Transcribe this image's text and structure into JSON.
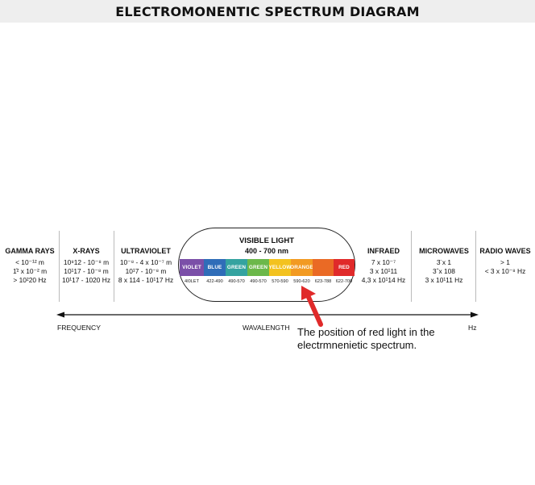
{
  "title": "ELECTROMONENTIC SPECTRUM DIAGRAM",
  "bands": [
    {
      "name": "GAMMA RAYS",
      "lines": [
        "< 10⁻¹² m",
        "1̊² x 10⁻² m",
        "> 10²20 Hz"
      ]
    },
    {
      "name": "X-RAYS",
      "lines": [
        "10⁸12 - 10⁻⁸ m",
        "10¹17 - 10⁻⁸ m",
        "10¹17 - 1020 Hz"
      ]
    },
    {
      "name": "ULTRAVIOLET",
      "lines": [
        "10⁻⁸ - 4 x 10⁻⁷ m",
        "10¹7 - 10⁻⁸ m",
        "8 x 114 - 10¹17 Hz"
      ]
    },
    {
      "name": "INFRAED",
      "lines": [
        "7 x 10⁻⁷",
        "3 x 10¹11",
        "4,3 x 10¹14 Hz"
      ]
    },
    {
      "name": "MICROWAVES",
      "lines": [
        "3̈ x 1",
        "3ˆx 108",
        "3 x 10¹11 Hz"
      ]
    },
    {
      "name": "RADIO WAVES",
      "lines": [
        "> 1",
        "< 3 x 10⁻⁸ Hz"
      ]
    }
  ],
  "visible": {
    "title": "VISIBLE LIGHT",
    "range": "400 - 700 nm",
    "swatches": [
      {
        "label": "VIOLET",
        "range": "4I0LET",
        "color": "#7b4fa8"
      },
      {
        "label": "BLUE",
        "range": "422-490",
        "color": "#2f6db8"
      },
      {
        "label": "GREEN",
        "range": "490-570",
        "color": "#34a3a0"
      },
      {
        "label": "GREEN",
        "range": "490-570",
        "color": "#6cb84a"
      },
      {
        "label": "YELLOW",
        "range": "570-590",
        "color": "#f3c21f"
      },
      {
        "label": "ORANGE",
        "range": "590-620",
        "color": "#f29a22"
      },
      {
        "label": "",
        "range": "623-788",
        "color": "#ea6a25"
      },
      {
        "label": "RED",
        "range": "622-700",
        "color": "#e02a2a"
      }
    ]
  },
  "axis": {
    "left_label": "FREQUENCY",
    "center_label": "WAVALENGTH",
    "right_label": "Hz"
  },
  "callout": {
    "line1": "The position of red light in the",
    "line2": "electrmnenietic spectrum.",
    "arrow_color": "#e02a2a"
  }
}
